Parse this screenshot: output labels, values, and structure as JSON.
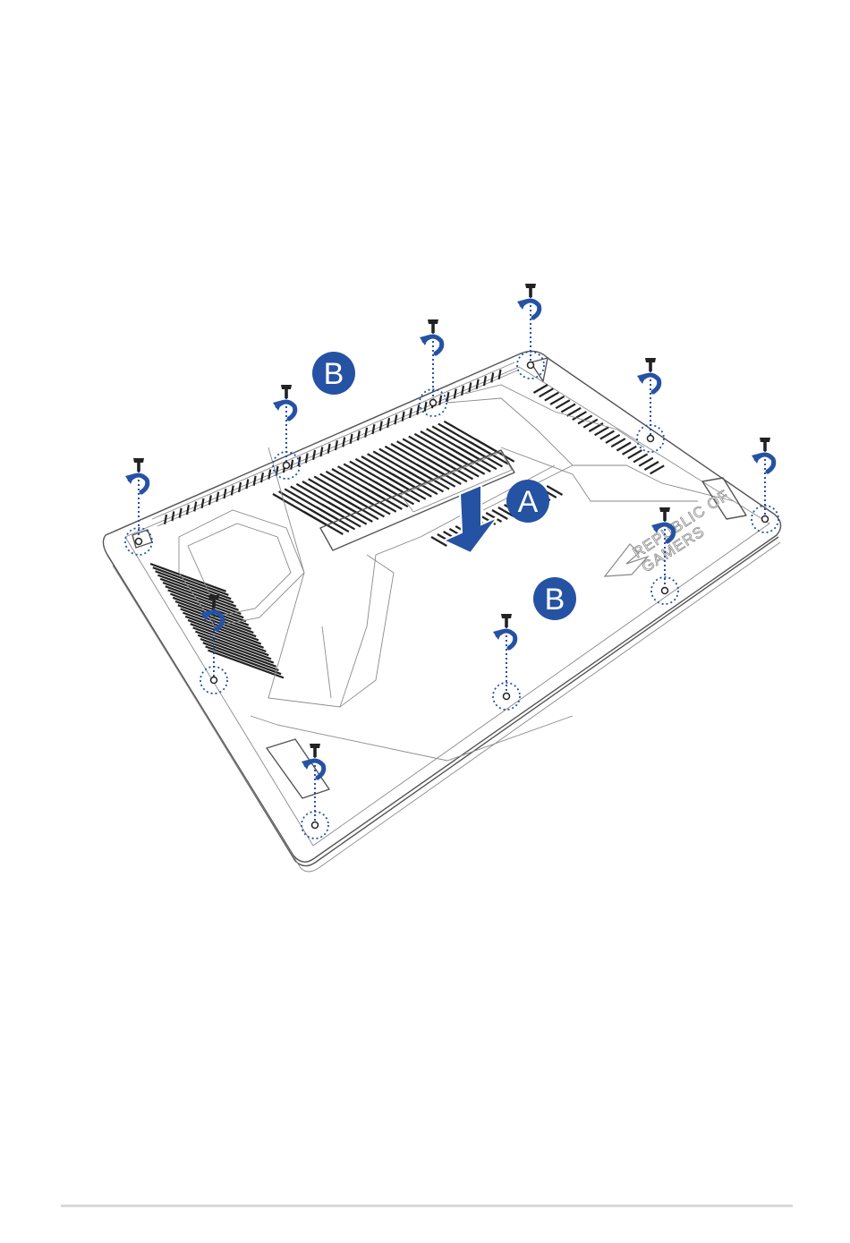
{
  "labels": {
    "a": "A",
    "b": "B"
  },
  "logo": {
    "line1": "REPUBLIC OF",
    "line2": "GAMERS"
  },
  "colors": {
    "accent": "#2552a3",
    "outline": "#555555",
    "screw": "#222222",
    "footer_rule": "#d9d9d9"
  },
  "icons": {
    "screw": "screw-icon",
    "rotate": "counterclockwise-arrow-icon",
    "slide": "slide-down-arrow-icon"
  }
}
